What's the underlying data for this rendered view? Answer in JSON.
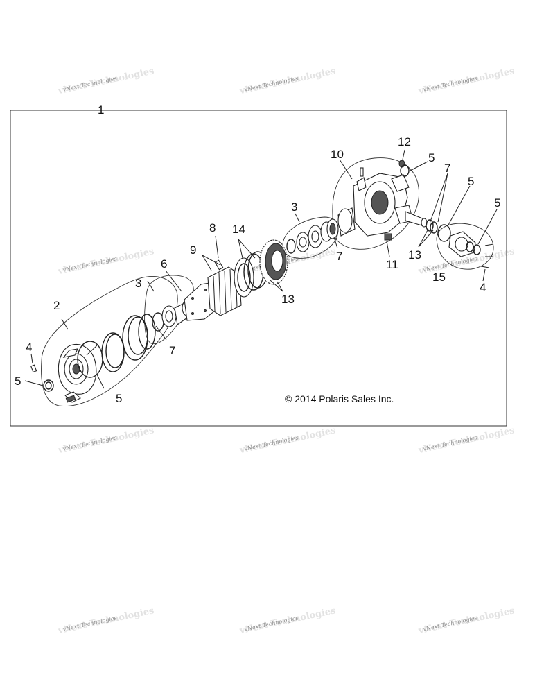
{
  "callouts": {
    "c1": "1",
    "c2": "2",
    "c3a": "3",
    "c3b": "3",
    "c4a": "4",
    "c4b": "4",
    "c5a": "5",
    "c5b": "5",
    "c5c": "5",
    "c5d": "5",
    "c5e": "5",
    "c6": "6",
    "c7a": "7",
    "c7b": "7",
    "c7c": "7",
    "c8": "8",
    "c9": "9",
    "c10": "10",
    "c11": "11",
    "c12": "12",
    "c13a": "13",
    "c13b": "13",
    "c14": "14",
    "c15": "15"
  },
  "copyright": "© 2014 Polaris Sales Inc.",
  "watermark": "vNext Technologies"
}
